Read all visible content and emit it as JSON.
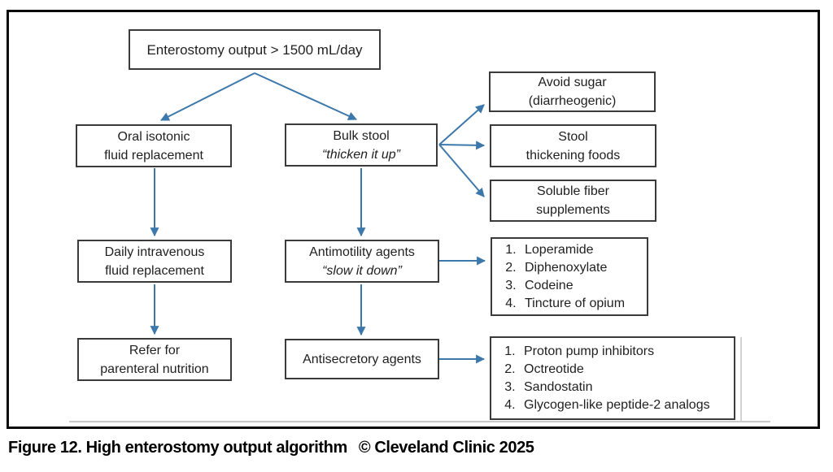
{
  "figure": {
    "caption": "Figure 12. High enterostomy output algorithm",
    "copyright": "© Cleveland Clinic 2025"
  },
  "nodes": {
    "root": {
      "line1": "Enterostomy output > 1500 mL/day"
    },
    "oral": {
      "line1": "Oral isotonic",
      "line2": "fluid replacement"
    },
    "bulk": {
      "line1": "Bulk stool",
      "line2": "“thicken it up”"
    },
    "avoid_sugar": {
      "line1": "Avoid sugar",
      "line2": "(diarrheogenic)"
    },
    "stool_foods": {
      "line1": "Stool",
      "line2": "thickening foods"
    },
    "fiber": {
      "line1": "Soluble fiber",
      "line2": "supplements"
    },
    "iv": {
      "line1": "Daily intravenous",
      "line2": "fluid replacement"
    },
    "antimotility": {
      "line1": "Antimotility agents",
      "line2": "“slow it down”"
    },
    "parenteral": {
      "line1": "Refer for",
      "line2": "parenteral nutrition"
    },
    "antisecretory": {
      "line1": "Antisecretory agents"
    }
  },
  "lists": {
    "antimotility_examples": [
      "Loperamide",
      "Diphenoxylate",
      "Codeine",
      "Tincture of opium"
    ],
    "antisecretory_examples": [
      "Proton pump inhibitors",
      "Octreotide",
      "Sandostatin",
      "Glycogen-like peptide-2 analogs"
    ]
  },
  "colors": {
    "arrow": "#3d78aa",
    "box_border": "#3a3a3a",
    "frame_border": "#0a0a0a",
    "text": "#1f1f1f"
  }
}
